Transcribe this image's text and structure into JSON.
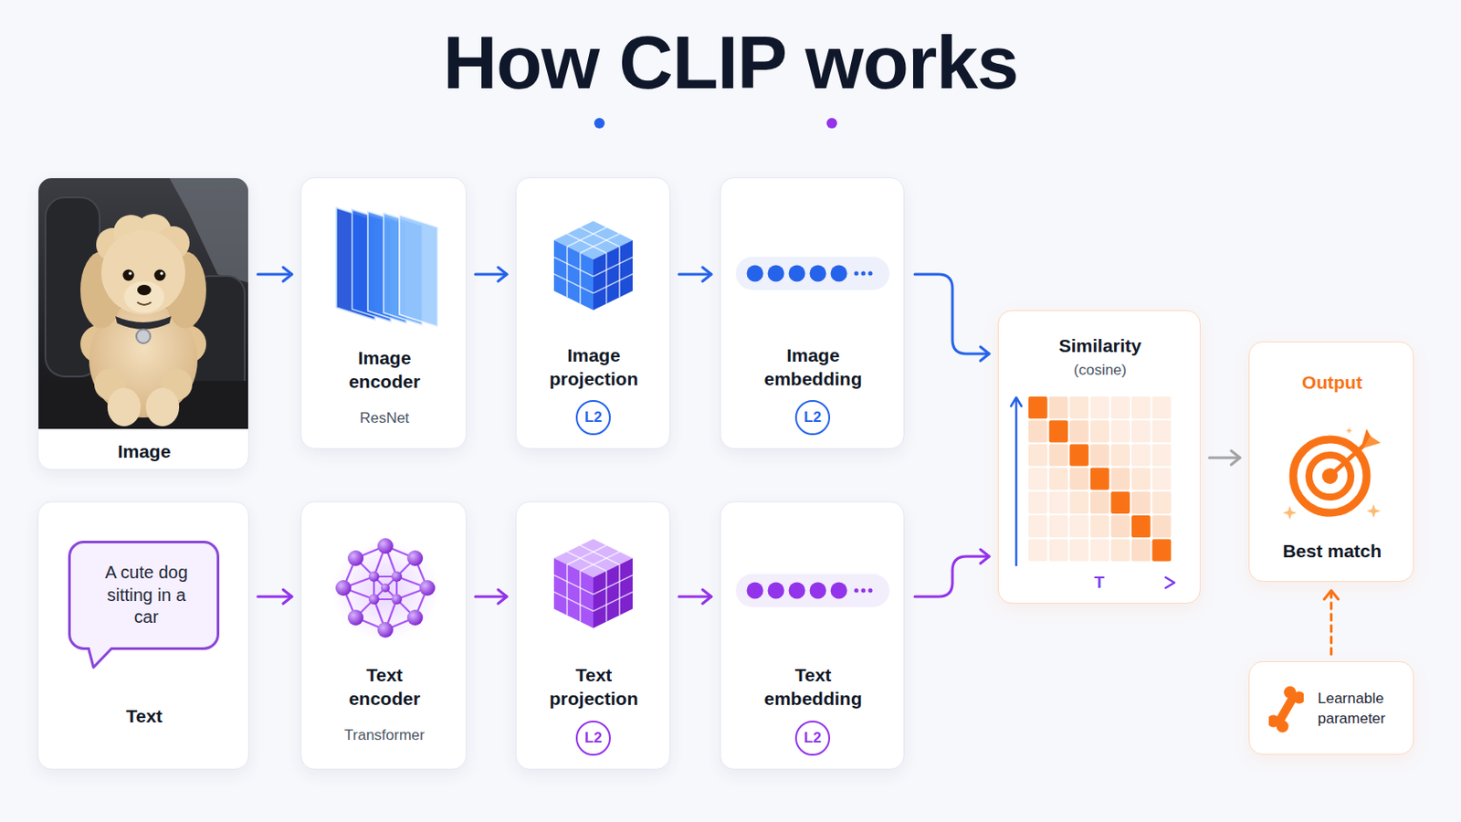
{
  "diagram": {
    "title": "How CLIP works",
    "nodes": [
      {
        "text": [
          "Image"
        ]
      },
      {
        "text": [
          "Image encoder",
          "ResNet"
        ]
      },
      {
        "text": [
          "Image projection"
        ]
      },
      {
        "text": [
          "L2"
        ],
        "in": 2
      },
      {
        "text": [
          "Image embedding"
        ]
      },
      {
        "text": [
          "L2"
        ],
        "in": 4
      },
      {
        "text": [
          "Similarity",
          "(cosine)",
          "T"
        ]
      },
      {
        "text": [
          "Output",
          "Best match"
        ]
      },
      {
        "text": [
          "Text"
        ]
      },
      {
        "text": [
          "A cute dog sitting in a car"
        ],
        "in": 8
      },
      {
        "text": [
          "Text encoder",
          "Transformer"
        ]
      },
      {
        "text": [
          "Text projection"
        ]
      },
      {
        "text": [
          "L2"
        ],
        "in": 11
      },
      {
        "text": [
          "Text embedding"
        ]
      },
      {
        "text": [
          "L2"
        ],
        "in": 13
      },
      {
        "text": [
          "Learnable parameter"
        ]
      }
    ],
    "edges": [
      {
        "from": 0,
        "to": 1,
        "arrow": "to"
      },
      {
        "from": 1,
        "to": 2,
        "arrow": "to"
      },
      {
        "from": 2,
        "to": 4,
        "arrow": "to"
      },
      {
        "from": 4,
        "to": 6,
        "arrow": "to"
      },
      {
        "from": 8,
        "to": 10,
        "arrow": "to"
      },
      {
        "from": 10,
        "to": 11,
        "arrow": "to"
      },
      {
        "from": 11,
        "to": 13,
        "arrow": "to"
      },
      {
        "from": 13,
        "to": 6,
        "arrow": "to"
      },
      {
        "from": 6,
        "to": 7,
        "arrow": "to"
      },
      {
        "from": 15,
        "to": 7,
        "arrow": "to"
      }
    ]
  }
}
